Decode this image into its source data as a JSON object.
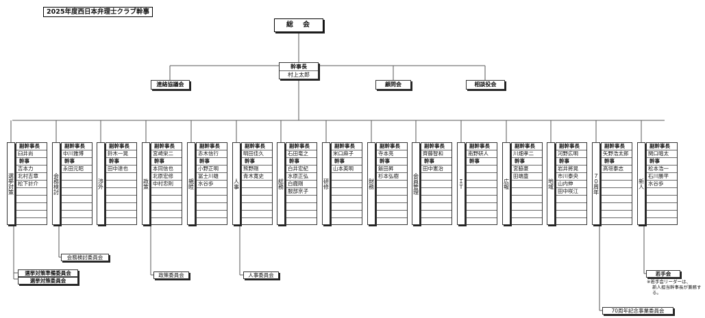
{
  "title": "2025年度西日本弁理士クラブ幹事",
  "top": {
    "general": "総　会",
    "chief_title": "幹事長",
    "chief_name": "村上太郎",
    "liaison": "連絡協議会",
    "advisors": "顧問会",
    "consultants": "相談役会"
  },
  "role_vice": "副幹事長",
  "role_member": "幹事",
  "departments": [
    {
      "label": "選挙対策",
      "vice": [
        "臼井尚"
      ],
      "members": [
        "吉本力",
        "北村吉章",
        "松下計介"
      ]
    },
    {
      "label": "会務検討",
      "vice": [
        "中川雅博"
      ],
      "members": [
        "永田元昭"
      ]
    },
    {
      "label": "渉外",
      "vice": [
        "鈴木一晃"
      ],
      "members": [
        "田中達也"
      ]
    },
    {
      "label": "政策",
      "vice": [
        "宮崎栄二"
      ],
      "members": [
        "本同信也",
        "北原宏修",
        "中村忠則"
      ]
    },
    {
      "label": "親睦",
      "vice": [
        "赤木信行"
      ],
      "members": [
        "小野正明",
        "冨士川雄",
        "水谷歩"
      ]
    },
    {
      "label": "人事",
      "vice": [
        "明田佳久"
      ],
      "members": [
        "熊野剛",
        "青木寛史"
      ]
    },
    {
      "label": "総務",
      "vice": [
        "石田竜之"
      ],
      "members": [
        "白井宏紀",
        "水原正弘",
        "白鹿剛",
        "服部京子"
      ]
    },
    {
      "label": "研修",
      "vice": [
        "米口麻子"
      ],
      "members": [
        "山本英明"
      ]
    },
    {
      "label": "財務",
      "vice": [
        "寺本亮"
      ],
      "members": [
        "飯田昇",
        "杉本弘樹"
      ]
    },
    {
      "label": "会員管理",
      "vice": [
        "齊藤智和"
      ],
      "members": [
        "田中憲治"
      ]
    },
    {
      "label": "ＩＴ",
      "vice": [
        "南野研人"
      ],
      "members": []
    },
    {
      "label": "広報",
      "vice": [
        "川畑孝二"
      ],
      "members": [
        "宮脇豪",
        "田端豊"
      ]
    },
    {
      "label": "地域",
      "vice": [
        "河野広明"
      ],
      "members": [
        "岩井將晃",
        "市川泰央",
        "山内伸",
        "田中咲江"
      ]
    },
    {
      "label": "７０周年",
      "vice": [
        "矢野浩太郎"
      ],
      "members": [
        "高垣泰志"
      ]
    },
    {
      "label": "新人",
      "vice": [
        "関口暗太"
      ],
      "members": [
        "松本浩一",
        "石川勝平",
        "水谷歩"
      ]
    }
  ],
  "committees": {
    "election_prep": "選挙対策準備委員会",
    "election": "選挙対策委員会",
    "affairs": "会務検討委員会",
    "policy": "政策委員会",
    "personnel": "人事委員会",
    "anniv": "70周年記念事業委員会",
    "young": "若手会",
    "young_note1": "※若手会リーダーは、",
    "young_note2": "新人担当幹事長が兼務する。"
  }
}
